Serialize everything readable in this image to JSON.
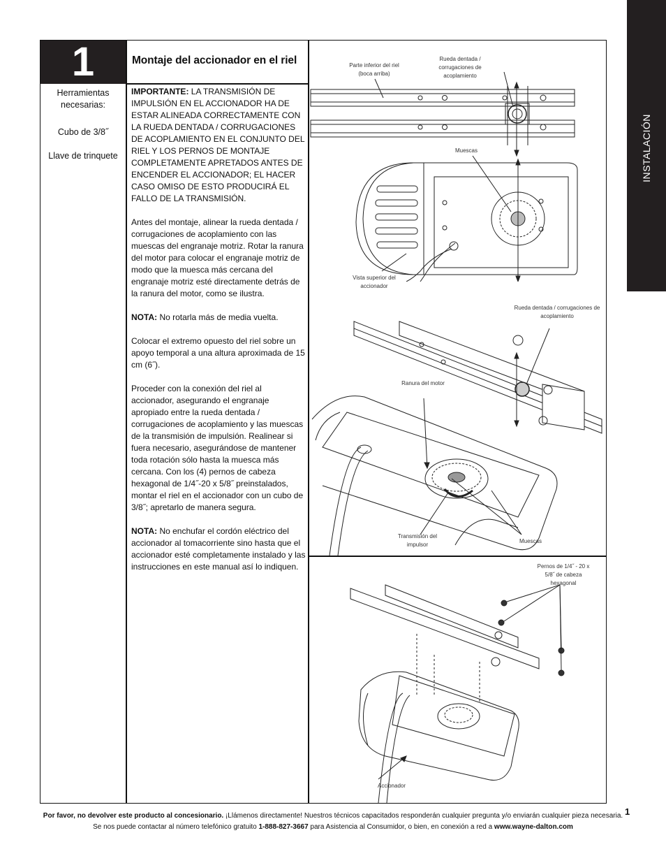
{
  "step": {
    "number": "1",
    "title": "Montaje del accionador en el riel"
  },
  "tools": {
    "heading": "Herramientas necesarias:",
    "items": [
      "Cubo de 3/8˝",
      "Llave de trinquete"
    ]
  },
  "body": {
    "important_label": "IMPORTANTE:",
    "important_text": " LA TRANSMISIÓN DE IMPULSIÓN EN EL ACCIONADOR HA DE ESTAR ALINEADA CORRECTAMENTE CON LA RUEDA DENTADA / CORRUGACIONES DE ACOPLAMIENTO EN EL CONJUNTO DEL RIEL Y LOS PERNOS DE MONTAJE COMPLETAMENTE APRETADOS ANTES DE ENCENDER EL ACCIONADOR; EL HACER CASO OMISO DE ESTO PRODUCIRÁ EL FALLO DE LA TRANSMISIÓN.",
    "p1": "Antes del montaje, alinear la rueda dentada / corrugaciones de acoplamiento con las muescas del engranaje motriz. Rotar la ranura del motor para colocar el engranaje motriz de modo que la muesca más cercana del engranaje motriz esté directamente detrás de la ranura del motor, como se ilustra.",
    "note1_label": "NOTA:",
    "note1_text": " No rotarla más de media vuelta.",
    "p2": "Colocar el extremo opuesto del riel sobre un apoyo temporal a una altura aproximada de 15 cm (6˝).",
    "p3": "Proceder con la conexión del riel al accionador, asegurando el engranaje apropiado entre la rueda dentada / corrugaciones de acoplamiento y las muescas de la transmisión de impulsión. Realinear si fuera necesario, asegurándose de mantener toda rotación sólo hasta la muesca más cercana. Con los (4) pernos de cabeza hexagonal de 1/4˝-20 x 5/8˝ preinstalados, montar el riel en el accionador con un cubo de 3/8˝; apretarlo de manera segura.",
    "note2_label": "NOTA:",
    "note2_text": " No enchufar el cordón eléctrico del accionador al tomacorriente sino hasta que el accionador esté completamente instalado y las instrucciones en este manual así lo indiquen."
  },
  "labels": {
    "rail_bottom": "Parte inferior del riel (boca arriba)",
    "sprocket_top": "Rueda dentada / corrugaciones de acoplamiento",
    "notches_top": "Muescas",
    "top_view": "Vista superior del accionador",
    "sprocket_mid": "Rueda dentada / corrugaciones de acoplamiento",
    "motor_slot": "Ranura del motor",
    "drive_transmission": "Transmisión del impulsor",
    "notches_mid": "Muescas",
    "bolts": "Pernos de 1/4˝ - 20 x 5/8˝ de cabeza hexagonal",
    "operator": "Accionador"
  },
  "sidebar": {
    "section": "INSTALACIÓN"
  },
  "page_number": "1",
  "footer": {
    "bold_lead": "Por favor, no devolver este producto al concesionario.",
    "text1": " ¡Llámenos directamente! Nuestros técnicos capacitados responderán cualquier pregunta y/o enviarán cualquier pieza necesaria. Se nos puede contactar al número telefónico gratuito ",
    "phone": "1-888-827-3667",
    "text2": " para Asistencia al Consumidor, o bien, en conexión a red a ",
    "url": "www.wayne-dalton.com"
  }
}
